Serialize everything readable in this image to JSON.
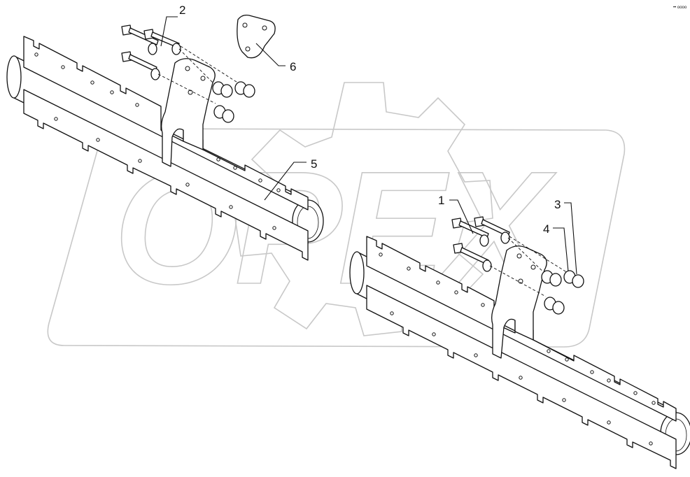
{
  "diagram": {
    "watermark_text": "OPEX",
    "corner_mark": "•• oooo",
    "callouts": [
      {
        "id": "1",
        "label": "1"
      },
      {
        "id": "2",
        "label": "2"
      },
      {
        "id": "3",
        "label": "3"
      },
      {
        "id": "4",
        "label": "4"
      },
      {
        "id": "5",
        "label": "5"
      },
      {
        "id": "6",
        "label": "6"
      }
    ]
  }
}
